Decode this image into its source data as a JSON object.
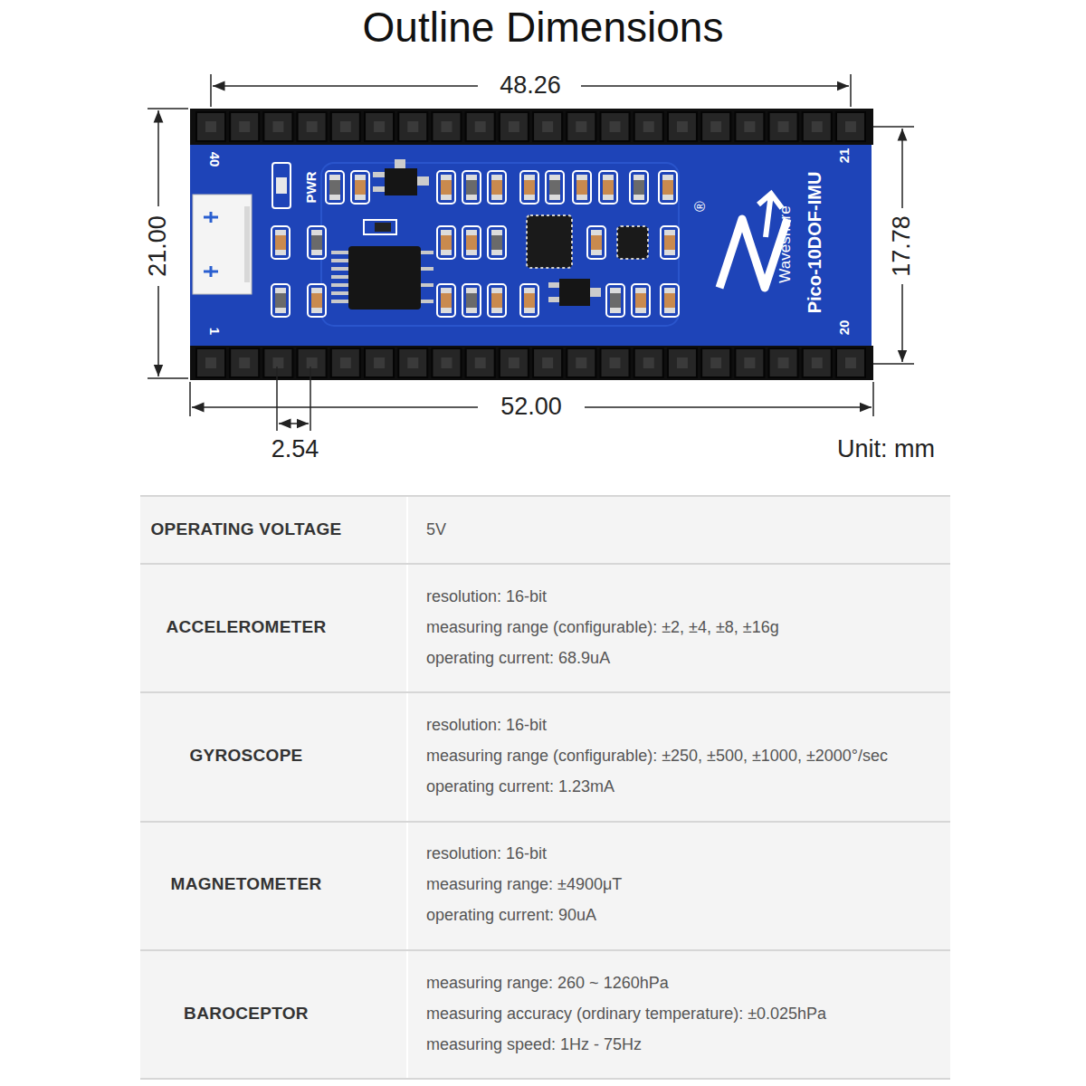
{
  "diagram": {
    "title": "Outline Dimensions",
    "labels": [
      "48.26",
      "21.00",
      "17.78",
      "52.00",
      "2.54",
      "Unit: mm",
      "40",
      "PWR",
      "1",
      "®",
      "Waveshare",
      "Pico-10DOF-IMU",
      "21",
      "20",
      "OPERATING VOLTAGE",
      "5V",
      "ACCELEROMETER",
      "resolution: 16-bit",
      "measuring range (configurable): ±2, ±4, ±8, ±16g",
      "operating current: 68.9uA",
      "GYROSCOPE",
      "resolution: 16-bit",
      "measuring range (configurable): ±250, ±500, ±1000, ±2000°/sec",
      "operating current: 1.23mA",
      "MAGNETOMETER",
      "resolution: 16-bit",
      "measuring range: ±4900μT",
      "operating current: 90uA",
      "BAROCEPTOR",
      "measuring range: 260 ~ 1260hPa",
      "measuring accuracy (ordinary temperature): ±0.025hPa",
      "measuring speed: 1Hz - 75Hz"
    ]
  }
}
